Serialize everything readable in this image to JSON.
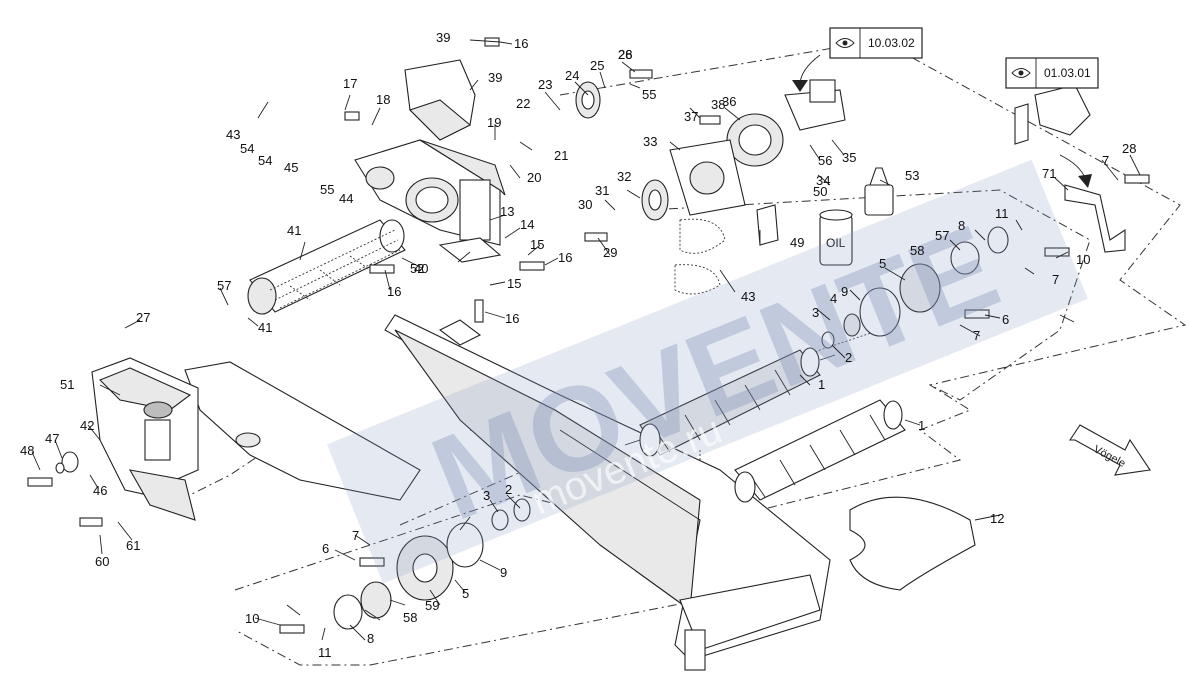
{
  "references": [
    {
      "id": "ref-top",
      "text": "10.03.02"
    },
    {
      "id": "ref-right",
      "text": "01.03.01"
    }
  ],
  "oil_label": "OIL",
  "brand": "Vögele",
  "watermark": {
    "main": "MOVENTE",
    "url": "movente.ru"
  },
  "callouts": [
    "1",
    "1",
    "2",
    "2",
    "3",
    "3",
    "4",
    "5",
    "5",
    "6",
    "6",
    "7",
    "7",
    "7",
    "7",
    "8",
    "8",
    "9",
    "9",
    "10",
    "10",
    "11",
    "11",
    "12",
    "13",
    "14",
    "15",
    "15",
    "16",
    "16",
    "16",
    "16",
    "17",
    "18",
    "19",
    "20",
    "21",
    "22",
    "23",
    "24",
    "25",
    "26",
    "27",
    "28",
    "28",
    "29",
    "30",
    "31",
    "32",
    "33",
    "34",
    "35",
    "36",
    "37",
    "38",
    "39",
    "39",
    "40",
    "41",
    "41",
    "42",
    "43",
    "43",
    "44",
    "45",
    "46",
    "47",
    "48",
    "49",
    "50",
    "51",
    "52",
    "53",
    "54",
    "54",
    "55",
    "55",
    "56",
    "57",
    "57",
    "58",
    "58",
    "59",
    "60",
    "61",
    "71"
  ]
}
